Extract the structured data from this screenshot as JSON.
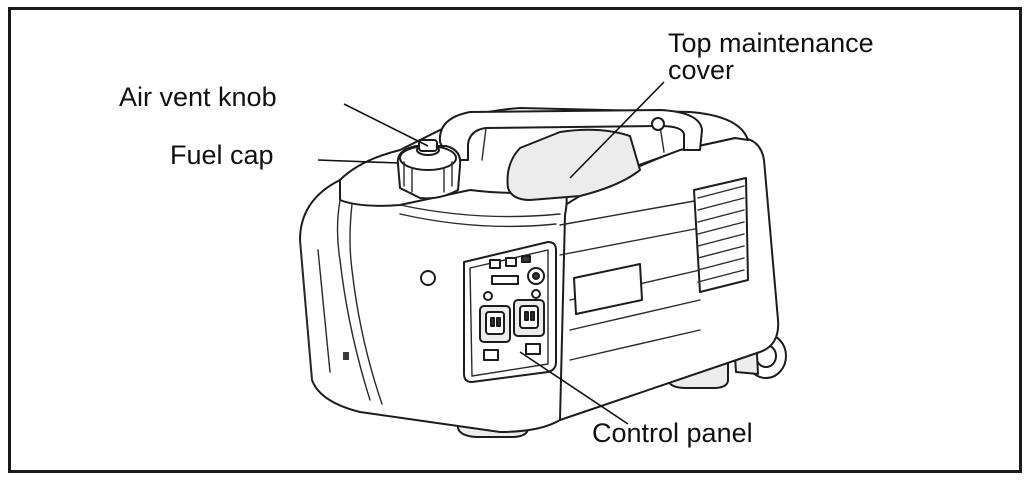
{
  "labels": {
    "top_maintenance_cover_line1": "Top maintenance",
    "top_maintenance_cover_line2": "cover",
    "air_vent_knob": "Air vent knob",
    "fuel_cap": "Fuel cap",
    "control_panel": "Control panel"
  }
}
